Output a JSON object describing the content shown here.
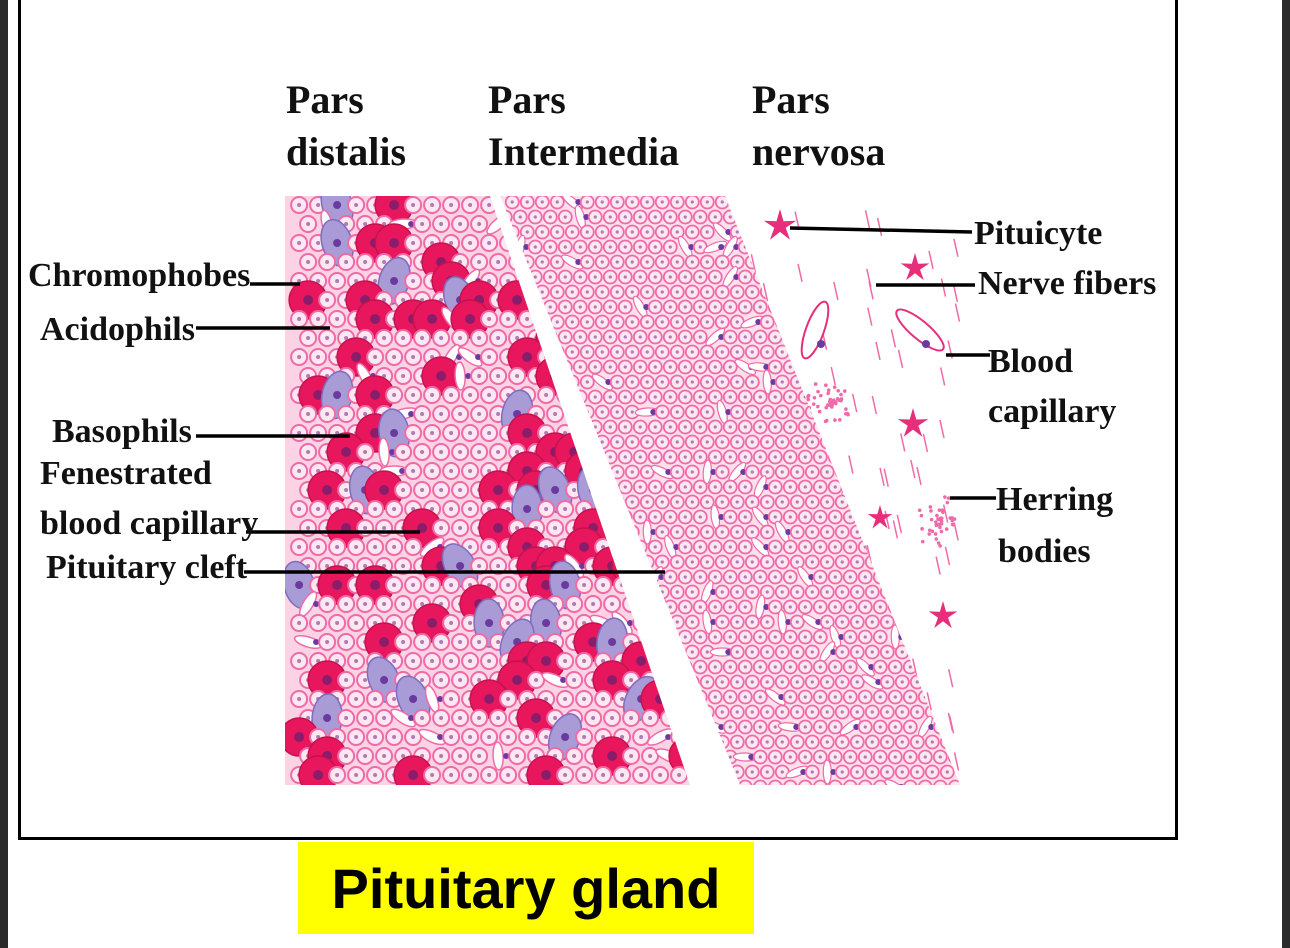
{
  "regions": {
    "distalis": {
      "line1": "Pars",
      "line2": "distalis"
    },
    "intermedia": {
      "line1": "Pars",
      "line2": "Intermedia"
    },
    "nervosa": {
      "line1": "Pars",
      "line2": "nervosa"
    }
  },
  "left_labels": {
    "chromophobes": "Chromophobes",
    "acidophils": "Acidophils",
    "basophils": "Basophils",
    "fenestrated_line1": "Fenestrated",
    "fenestrated_line2": "blood capillary",
    "pituitary_cleft": "Pituitary cleft"
  },
  "right_labels": {
    "pituicyte": "Pituicyte",
    "nerve_fibers": "Nerve fibers",
    "blood_capillary_line1": "Blood",
    "blood_capillary_line2": "capillary",
    "herring_line1": "Herring",
    "herring_line2": "bodies"
  },
  "caption": "Pituitary gland",
  "colors": {
    "tissue_pink": "#f06aa8",
    "acidophil_red": "#e8175d",
    "basophil_violet": "#a99bd6",
    "nucleus_purple": "#6a3aa0",
    "caption_bg": "#ffff00"
  }
}
